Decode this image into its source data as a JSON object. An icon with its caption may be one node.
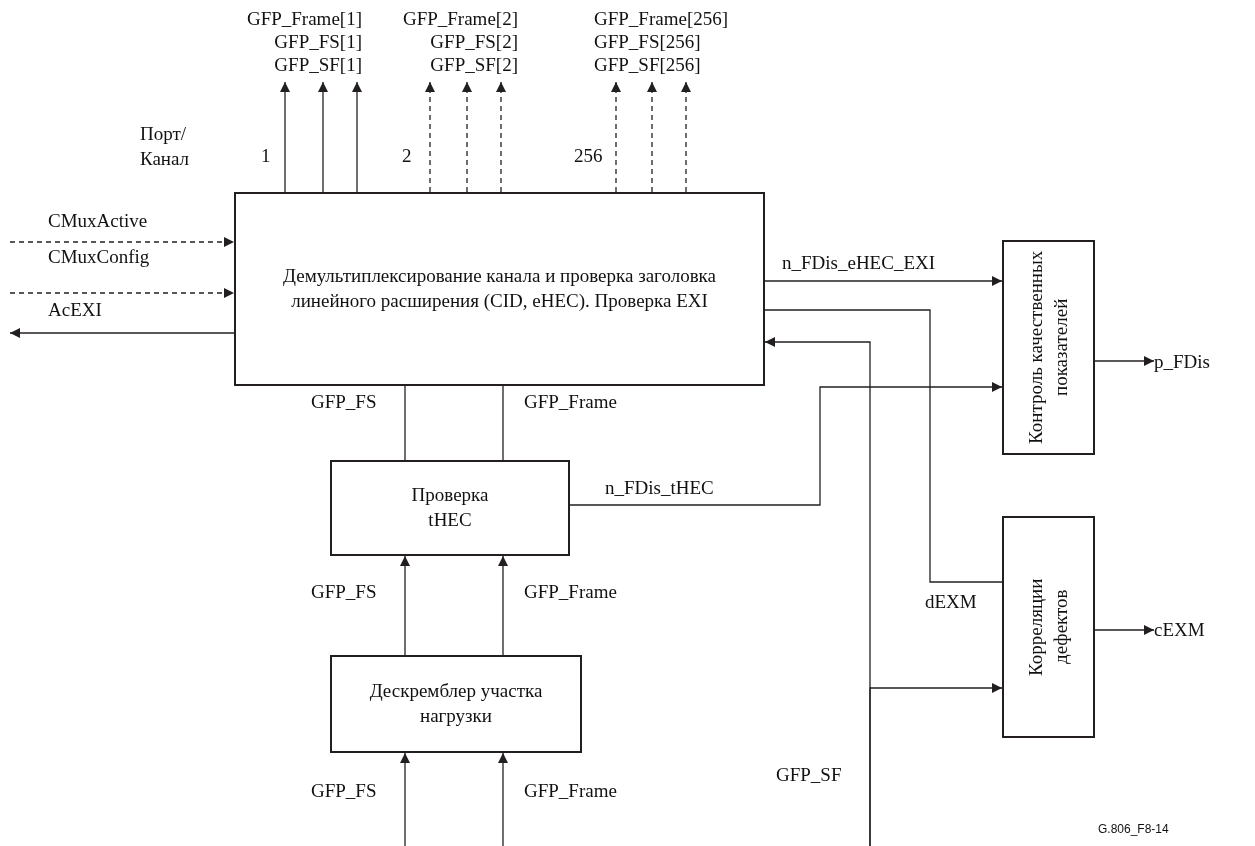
{
  "diagram": {
    "caption": "G.806_F8-14",
    "nodes": [
      {
        "text": [
          "Демультиплексирование канала и проверка заголовка линейного расширения (CID, eHEC). Проверка EXI"
        ]
      },
      {
        "text": [
          "GFP_Frame[1]",
          "GFP_FS[1]",
          "GFP_SF[1]"
        ]
      },
      {
        "text": [
          "GFP_Frame[2]",
          "GFP_FS[2]",
          "GFP_SF[2]"
        ]
      },
      {
        "text": [
          "GFP_Frame[256]",
          "GFP_FS[256]",
          "GFP_SF[256]"
        ]
      },
      {
        "text": [
          "Контроль качественных показателей"
        ]
      },
      {
        "text": [
          "p_FDis"
        ]
      },
      {
        "text": [
          "Проверка tHEC"
        ]
      },
      {
        "text": [
          "Корреляции дефектов"
        ]
      },
      {
        "text": [
          "cEXM"
        ]
      },
      {
        "text": [
          "Дескремблер участка нагрузки"
        ]
      }
    ],
    "edges": [
      {
        "from": 0,
        "to": 1,
        "arrow": "to"
      },
      {
        "from": 0,
        "to": 1,
        "arrow": "to"
      },
      {
        "from": 0,
        "to": 1,
        "arrow": "to"
      },
      {
        "from": 0,
        "to": 2,
        "arrow": "to",
        "style": "dashed"
      },
      {
        "from": 0,
        "to": 2,
        "arrow": "to",
        "style": "dashed"
      },
      {
        "from": 0,
        "to": 2,
        "arrow": "to",
        "style": "dashed"
      },
      {
        "from": 0,
        "to": 3,
        "arrow": "to",
        "style": "dashed"
      },
      {
        "from": 0,
        "to": 3,
        "arrow": "to",
        "style": "dashed"
      },
      {
        "from": 0,
        "to": 3,
        "arrow": "to",
        "style": "dashed"
      },
      {
        "from": null,
        "to": 0,
        "label": "CMuxActive",
        "arrow": "to",
        "style": "dashed"
      },
      {
        "from": null,
        "to": 0,
        "label": "CMuxConfig",
        "arrow": "to",
        "style": "dashed"
      },
      {
        "from": 0,
        "to": null,
        "label": "AcEXI",
        "arrow": "to"
      },
      {
        "from": 0,
        "to": 4,
        "label": "n_FDis_eHEC_EXI",
        "arrow": "to"
      },
      {
        "from": 0,
        "to": 7,
        "label": "dEXM",
        "arrow": "none"
      },
      {
        "from": null,
        "to": 0,
        "label": "GFP_SF",
        "arrow": "to"
      },
      {
        "from": null,
        "to": 7,
        "arrow": "to"
      },
      {
        "from": 4,
        "to": 5,
        "arrow": "to"
      },
      {
        "from": 7,
        "to": 8,
        "arrow": "to"
      },
      {
        "from": 6,
        "to": 0,
        "label": "GFP_FS",
        "arrow": "none"
      },
      {
        "from": 6,
        "to": 0,
        "label": "GFP_Frame",
        "arrow": "none"
      },
      {
        "from": 6,
        "to": 4,
        "label": "n_FDis_tHEC",
        "arrow": "to"
      },
      {
        "from": 9,
        "to": 6,
        "label": "GFP_FS",
        "arrow": "to"
      },
      {
        "from": 9,
        "to": 6,
        "label": "GFP_Frame",
        "arrow": "to"
      },
      {
        "from": null,
        "to": 9,
        "label": "GFP_FS",
        "arrow": "to"
      },
      {
        "from": null,
        "to": 9,
        "label": "GFP_Frame",
        "arrow": "to"
      }
    ],
    "labels": [
      "Порт/ Канал",
      "1",
      "2",
      "256"
    ]
  }
}
